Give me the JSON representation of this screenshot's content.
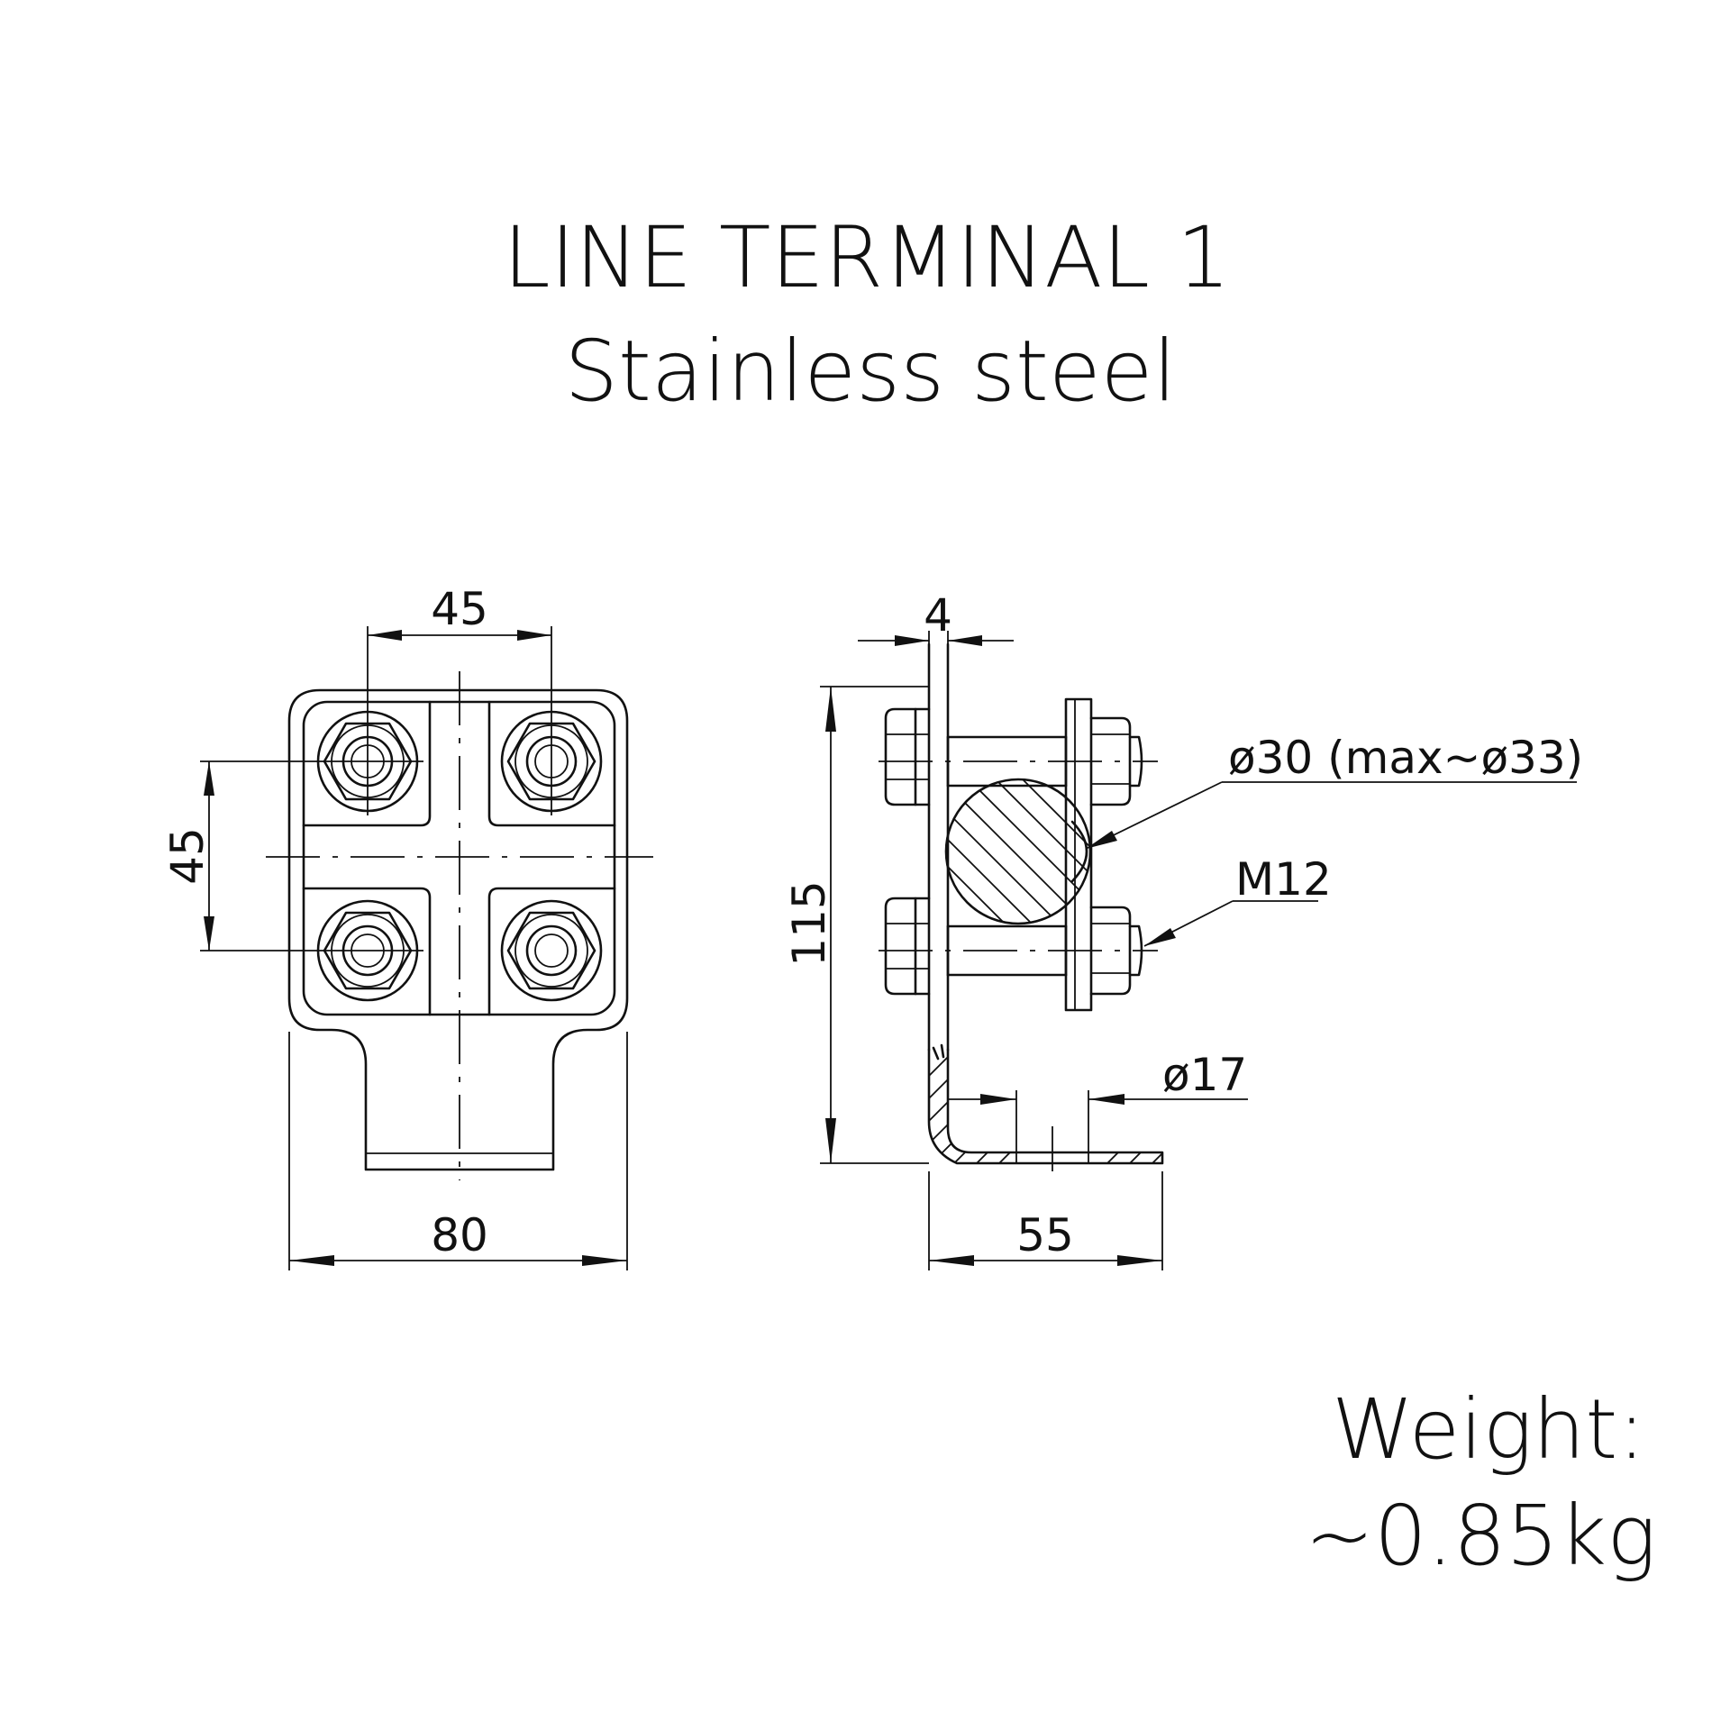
{
  "title": {
    "line1": "LINE TERMINAL 1",
    "line2": "Stainless steel"
  },
  "weight": {
    "label": "Weight:",
    "value": "~0.85kg"
  },
  "front_view": {
    "bolt_spacing_horizontal": "45",
    "bolt_spacing_vertical": "45",
    "overall_width": "80"
  },
  "side_view": {
    "plate_thickness": "4",
    "overall_height": "115",
    "conductor_diameter": "ø30 (max~ø33)",
    "bolt_size": "M12",
    "hole_diameter": "ø17",
    "foot_length": "55"
  }
}
